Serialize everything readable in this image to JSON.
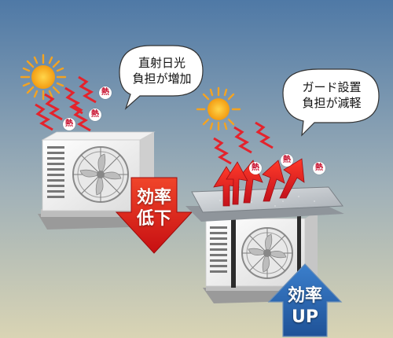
{
  "colors": {
    "sky_top": "#4f79a6",
    "sky_bottom": "#d7d3b6",
    "sun": "#f6a51c",
    "heat_red": "#e4232c",
    "down_arrow": "#e2231a",
    "up_arrow": "#2f6db5",
    "guard": "#c8ccd0"
  },
  "left_bubble": {
    "line1": "直射日光",
    "line2": "負担が増加"
  },
  "right_bubble": {
    "line1": "ガード設置",
    "line2": "負担が減軽"
  },
  "down_arrow": {
    "line1": "効率",
    "line2": "低下"
  },
  "up_arrow": {
    "line1": "効率",
    "line2": "UP"
  },
  "heat_badges": [
    "熱",
    "熱",
    "熱",
    "熱",
    "熱",
    "熱"
  ],
  "icons": {
    "sun_left": "sun-icon",
    "sun_right": "sun-icon",
    "fan": "fan-icon"
  }
}
